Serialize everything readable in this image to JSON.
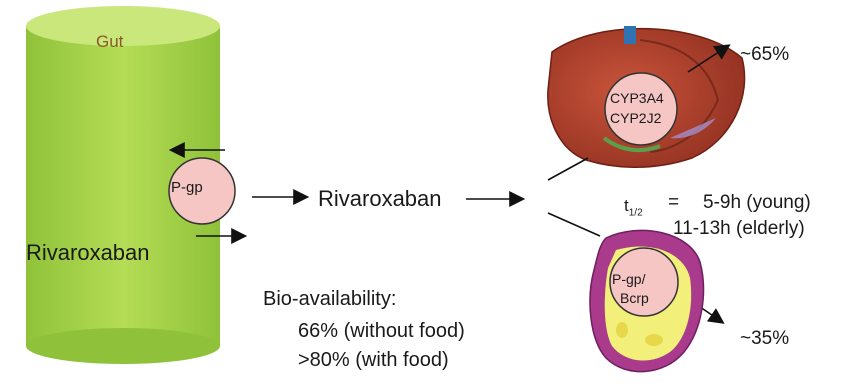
{
  "gut": {
    "title": "Gut",
    "drug": "Rivaroxaban",
    "fill_color": "#a8d14a"
  },
  "transporter": {
    "label": "P-gp",
    "fill_color": "#f5c6c4"
  },
  "center": {
    "drug": "Rivaroxaban"
  },
  "liver": {
    "enzyme_1": "CYP3A4",
    "enzyme_2": "CYP2J2",
    "fraction": "~65%"
  },
  "half_life": {
    "symbol": "t",
    "subscript": "1/2",
    "equals": "=",
    "young": "5-9h (young)",
    "elderly": "11-13h (elderly)"
  },
  "kidney": {
    "transporter_1": "P-gp/",
    "transporter_2": "Bcrp",
    "fraction": "~35%"
  },
  "bioavailability": {
    "heading": "Bio-availability:",
    "without_food": "66% (without food)",
    "with_food": ">80% (with food)"
  }
}
